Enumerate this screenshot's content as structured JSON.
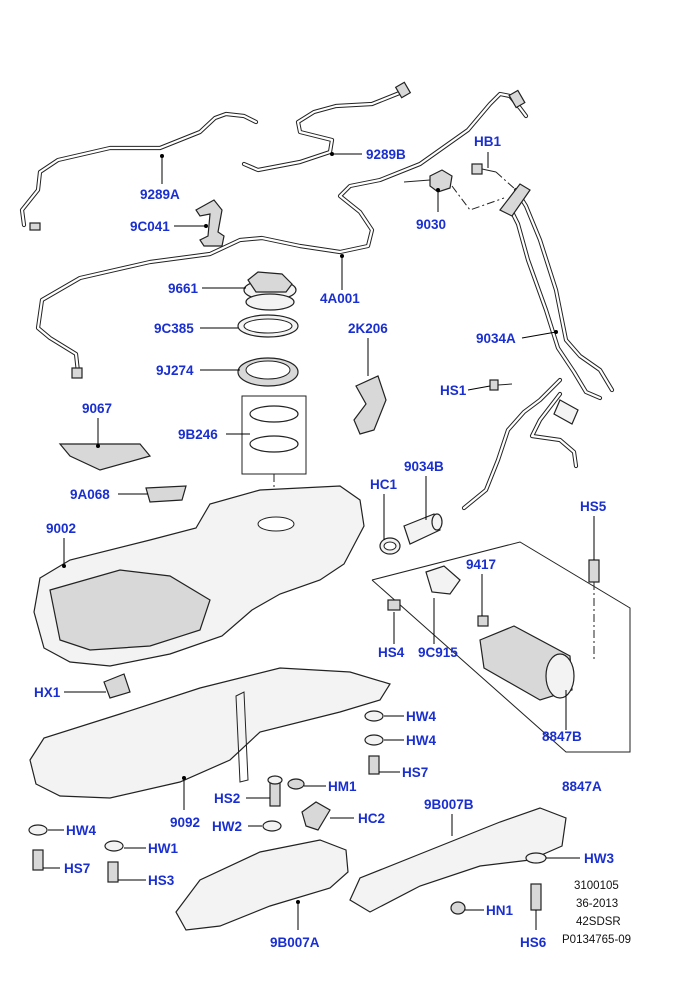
{
  "labels": {
    "p9289A": "9289A",
    "p9289B": "9289B",
    "pHB1": "HB1",
    "p9C041": "9C041",
    "p9030": "9030",
    "p9661": "9661",
    "p4A001": "4A001",
    "p9C385": "9C385",
    "p2K206": "2K206",
    "p9034A": "9034A",
    "p9J274": "9J274",
    "pHS1": "HS1",
    "p9067": "9067",
    "p9B246": "9B246",
    "p9034B": "9034B",
    "pHC1": "HC1",
    "p9A068": "9A068",
    "pHS5": "HS5",
    "p9002": "9002",
    "p9417": "9417",
    "pHS4": "HS4",
    "p9C915": "9C915",
    "pHX1": "HX1",
    "p8847B": "8847B",
    "pHW4a": "HW4",
    "pHW4b": "HW4",
    "pHS7a": "HS7",
    "p8847A": "8847A",
    "pHM1": "HM1",
    "pHS2": "HS2",
    "pHC2": "HC2",
    "p9B007B": "9B007B",
    "p9092": "9092",
    "pHW2": "HW2",
    "pHW4c": "HW4",
    "pHW1": "HW1",
    "pHW3": "HW3",
    "pHS7b": "HS7",
    "pHS3": "HS3",
    "pHN1": "HN1",
    "p9B007A": "9B007A",
    "pHS6": "HS6"
  },
  "reference": {
    "line1": "3100105",
    "line2": "36-2013",
    "line3": "42SDSR",
    "line4": "P0134765-09"
  },
  "colors": {
    "label": "#1a2fd0",
    "outline": "#222222",
    "background": "#ffffff"
  }
}
